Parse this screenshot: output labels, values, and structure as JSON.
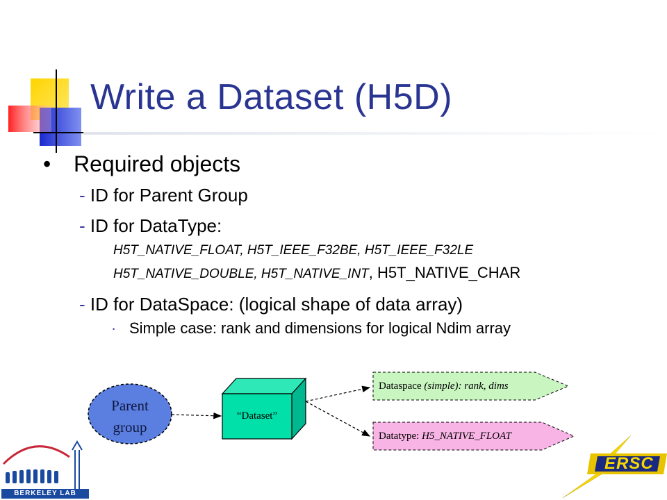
{
  "slide": {
    "title": "Write a Dataset (H5D)",
    "bullet": "Required objects",
    "items": [
      "ID for Parent Group",
      "ID for DataType:",
      "ID for DataSpace:  (logical shape of data array)"
    ],
    "types_line1": "H5T_NATIVE_FLOAT, H5T_IEEE_F32BE, H5T_IEEE_F32LE",
    "types_line2_italic": "H5T_NATIVE_DOUBLE, H5T_NATIVE_INT",
    "types_line2_plain": ", H5T_NATIVE_CHAR",
    "subitem": "Simple case:  rank and dimensions for logical Ndim array"
  },
  "diagram": {
    "parent_line1": "Parent",
    "parent_line2": "group",
    "dataset": "“Dataset”",
    "dataspace_prefix": "Dataspace ",
    "dataspace_italic": "(simple): rank, dims",
    "datatype_prefix": "Datatype: ",
    "datatype_italic": "H5_NATIVE_FLOAT"
  },
  "logos": {
    "left": "BERKELEY LAB",
    "right": "ERSC"
  },
  "colors": {
    "title": "#2a3592",
    "parent_fill": "#5b7fe0",
    "dataset_fill": "#00e0a8",
    "dataspace_fill": "#c8f5c0",
    "datatype_fill": "#f9b4e6"
  }
}
